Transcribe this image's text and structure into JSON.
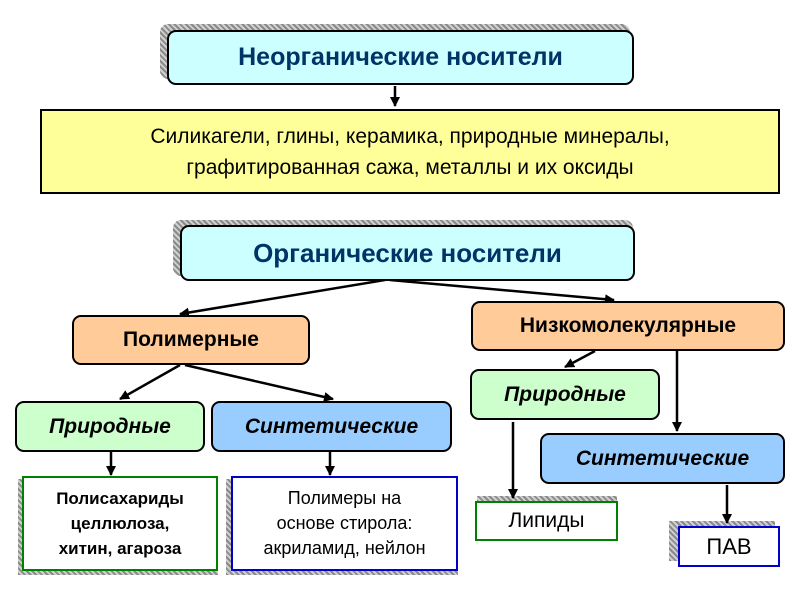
{
  "nodes": {
    "inorganic": {
      "label": "Неорганические носители"
    },
    "inorganic_list": {
      "line1": "Силикагели, глины, керамика, природные минералы,",
      "line2": "графитированная сажа, металлы и их оксиды"
    },
    "organic": {
      "label": "Органические носители"
    },
    "polymeric": {
      "label": "Полимерные"
    },
    "low_molecular": {
      "label": "Низкомолекулярные"
    },
    "poly_natural": {
      "label": "Природные"
    },
    "poly_synthetic": {
      "label": "Синтетические"
    },
    "lm_natural": {
      "label": "Природные"
    },
    "lm_synthetic": {
      "label": "Синтетические"
    },
    "polysaccharides": {
      "line1": "Полисахариды",
      "line2": "целлюлоза,",
      "line3": "хитин, агароза"
    },
    "styrene_polymers": {
      "line1": "Полимеры на",
      "line2": "основе стирола:",
      "line3": "акриламид, нейлон"
    },
    "lipids": {
      "label": "Липиды"
    },
    "surfactants": {
      "label": "ПАВ"
    }
  },
  "colors": {
    "cyan": "#ccffff",
    "yellow": "#ffff99",
    "peach": "#ffcc99",
    "green": "#ccffcc",
    "blue": "#99ccff",
    "title_text": "#003366",
    "green_border": "#008000",
    "blue_border": "#0000cc"
  }
}
